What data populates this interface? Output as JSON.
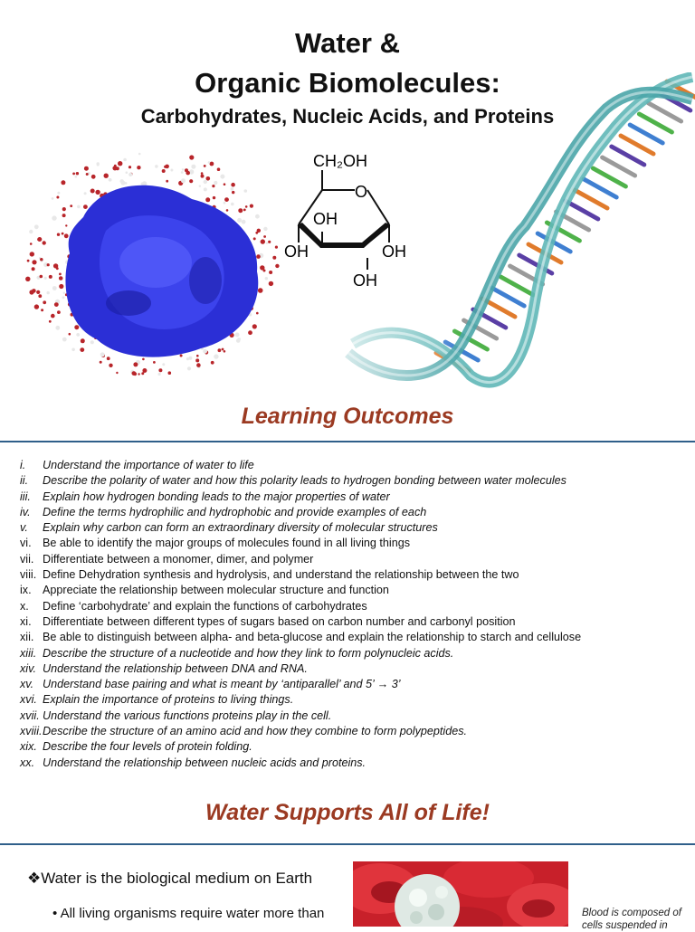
{
  "header": {
    "title_line1": "Water &",
    "title_line2": "Organic Biomolecules:",
    "subtitle": "Carbohydrates, Nucleic Acids, and Proteins"
  },
  "glucose": {
    "ch2oh": "CH₂OH",
    "ring_o": "O",
    "oh_inner": "OH",
    "oh_left": "OH",
    "oh_right": "OH",
    "oh_bottom": "OH"
  },
  "learning_outcomes": {
    "heading": "Learning Outcomes",
    "items": [
      {
        "num": "i.",
        "text": "Understand the importance of water to life"
      },
      {
        "num": "ii.",
        "text": "Describe the polarity of water and how this polarity leads to hydrogen bonding between water molecules"
      },
      {
        "num": "iii.",
        "text": "Explain how hydrogen bonding leads to the major properties of water"
      },
      {
        "num": "iv.",
        "text": "Define the terms hydrophilic and hydrophobic and provide examples of each"
      },
      {
        "num": "v.",
        "text": "Explain why carbon can form an extraordinary diversity of molecular structures"
      },
      {
        "num": "vi.",
        "text": "Be able to identify the major groups of molecules found in all living things"
      },
      {
        "num": "vii.",
        "text": "Differentiate between a monomer, dimer, and polymer"
      },
      {
        "num": "viii.",
        "text": "Define Dehydration synthesis and hydrolysis, and understand the relationship between the two"
      },
      {
        "num": "ix.",
        "text": "Appreciate the relationship between molecular structure and function"
      },
      {
        "num": "x.",
        "text": "Define ‘carbohydrate’ and explain the functions of carbohydrates"
      },
      {
        "num": "xi.",
        "text": "Differentiate between different types of sugars based on carbon number and carbonyl position"
      },
      {
        "num": "xii.",
        "text": "Be able to distinguish between alpha- and beta-glucose and explain the relationship to starch and cellulose"
      },
      {
        "num": "xiii.",
        "text": "Describe the structure of a nucleotide and how they link to form polynucleic acids."
      },
      {
        "num": "xiv.",
        "text": "Understand the relationship between DNA and RNA."
      },
      {
        "num": "xv.",
        "text": "Understand base pairing and what is meant by ‘antiparallel’ and 5’ → 3’"
      },
      {
        "num": "xvi.",
        "text": "Explain the importance of proteins to living things."
      },
      {
        "num": "xvii.",
        "text": "Understand the various functions proteins play in the cell."
      },
      {
        "num": "xviii.",
        "text": "Describe the structure of an amino acid and how they combine to form polypeptides."
      },
      {
        "num": "xix.",
        "text": "Describe the four levels of protein folding."
      },
      {
        "num": "xx.",
        "text": "Understand the relationship between nucleic acids and proteins."
      }
    ]
  },
  "water_section": {
    "heading": "Water Supports All of Life!",
    "bullet_main": "❖Water is the biological medium on Earth",
    "bullet_sub": "• All living organisms require water more than",
    "caption": "Blood is composed of cells suspended in"
  }
}
